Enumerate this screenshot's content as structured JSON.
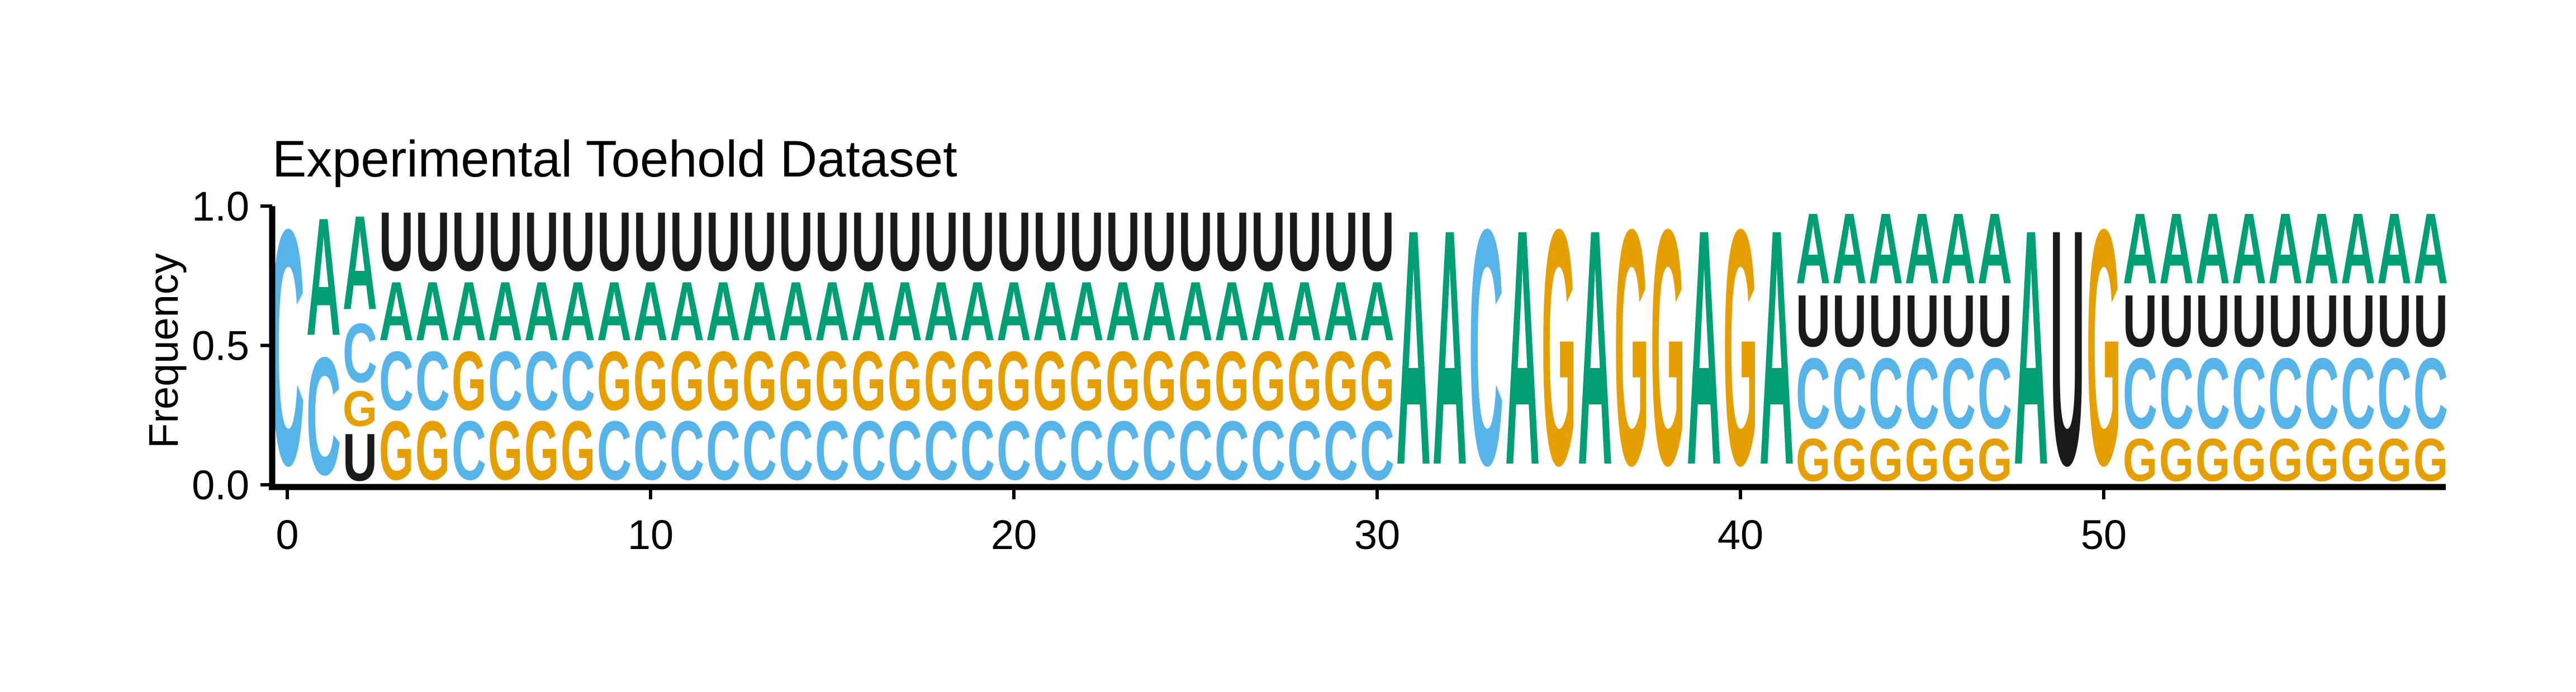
{
  "chart_data": {
    "type": "sequence-logo",
    "title": "Experimental Toehold Dataset",
    "xlabel": "",
    "ylabel": "Frequency",
    "xlim": [
      -0.5,
      59.5
    ],
    "ylim": [
      0.0,
      1.0
    ],
    "xticks": [
      0,
      10,
      20,
      30,
      40,
      50
    ],
    "yticks": [
      0.0,
      0.5,
      1.0
    ],
    "xtick_labels": [
      "0",
      "10",
      "20",
      "30",
      "40",
      "50"
    ],
    "ytick_labels": [
      "0.0",
      "0.5",
      "1.0"
    ],
    "grid": false,
    "colors": {
      "A": "#009E73",
      "C": "#56B4E9",
      "G": "#E69F00",
      "U": "#1a1a1a"
    },
    "positions": [
      {
        "x": 0,
        "stack": [
          [
            "C",
            1.0
          ]
        ]
      },
      {
        "x": 1,
        "stack": [
          [
            "C",
            0.5
          ],
          [
            "A",
            0.5
          ]
        ]
      },
      {
        "x": 2,
        "stack": [
          [
            "U",
            0.2
          ],
          [
            "G",
            0.15
          ],
          [
            "C",
            0.25
          ],
          [
            "A",
            0.4
          ]
        ]
      },
      {
        "x": 3,
        "stack": [
          [
            "G",
            0.25
          ],
          [
            "C",
            0.25
          ],
          [
            "A",
            0.25
          ],
          [
            "U",
            0.25
          ]
        ]
      },
      {
        "x": 4,
        "stack": [
          [
            "G",
            0.25
          ],
          [
            "C",
            0.25
          ],
          [
            "A",
            0.25
          ],
          [
            "U",
            0.25
          ]
        ]
      },
      {
        "x": 5,
        "stack": [
          [
            "C",
            0.25
          ],
          [
            "G",
            0.25
          ],
          [
            "A",
            0.25
          ],
          [
            "U",
            0.25
          ]
        ]
      },
      {
        "x": 6,
        "stack": [
          [
            "G",
            0.25
          ],
          [
            "C",
            0.25
          ],
          [
            "A",
            0.25
          ],
          [
            "U",
            0.25
          ]
        ]
      },
      {
        "x": 7,
        "stack": [
          [
            "G",
            0.25
          ],
          [
            "C",
            0.25
          ],
          [
            "A",
            0.25
          ],
          [
            "U",
            0.25
          ]
        ]
      },
      {
        "x": 8,
        "stack": [
          [
            "G",
            0.25
          ],
          [
            "C",
            0.25
          ],
          [
            "A",
            0.25
          ],
          [
            "U",
            0.25
          ]
        ]
      },
      {
        "x": 9,
        "stack": [
          [
            "C",
            0.25
          ],
          [
            "G",
            0.25
          ],
          [
            "A",
            0.25
          ],
          [
            "U",
            0.25
          ]
        ]
      },
      {
        "x": 10,
        "stack": [
          [
            "C",
            0.25
          ],
          [
            "G",
            0.25
          ],
          [
            "A",
            0.25
          ],
          [
            "U",
            0.25
          ]
        ]
      },
      {
        "x": 11,
        "stack": [
          [
            "C",
            0.25
          ],
          [
            "G",
            0.25
          ],
          [
            "A",
            0.25
          ],
          [
            "U",
            0.25
          ]
        ]
      },
      {
        "x": 12,
        "stack": [
          [
            "C",
            0.25
          ],
          [
            "G",
            0.25
          ],
          [
            "A",
            0.25
          ],
          [
            "U",
            0.25
          ]
        ]
      },
      {
        "x": 13,
        "stack": [
          [
            "C",
            0.25
          ],
          [
            "G",
            0.25
          ],
          [
            "A",
            0.25
          ],
          [
            "U",
            0.25
          ]
        ]
      },
      {
        "x": 14,
        "stack": [
          [
            "C",
            0.25
          ],
          [
            "G",
            0.25
          ],
          [
            "A",
            0.25
          ],
          [
            "U",
            0.25
          ]
        ]
      },
      {
        "x": 15,
        "stack": [
          [
            "C",
            0.25
          ],
          [
            "G",
            0.25
          ],
          [
            "A",
            0.25
          ],
          [
            "U",
            0.25
          ]
        ]
      },
      {
        "x": 16,
        "stack": [
          [
            "C",
            0.25
          ],
          [
            "G",
            0.25
          ],
          [
            "A",
            0.25
          ],
          [
            "U",
            0.25
          ]
        ]
      },
      {
        "x": 17,
        "stack": [
          [
            "C",
            0.25
          ],
          [
            "G",
            0.25
          ],
          [
            "A",
            0.25
          ],
          [
            "U",
            0.25
          ]
        ]
      },
      {
        "x": 18,
        "stack": [
          [
            "C",
            0.25
          ],
          [
            "G",
            0.25
          ],
          [
            "A",
            0.25
          ],
          [
            "U",
            0.25
          ]
        ]
      },
      {
        "x": 19,
        "stack": [
          [
            "C",
            0.25
          ],
          [
            "G",
            0.25
          ],
          [
            "A",
            0.25
          ],
          [
            "U",
            0.25
          ]
        ]
      },
      {
        "x": 20,
        "stack": [
          [
            "C",
            0.25
          ],
          [
            "G",
            0.25
          ],
          [
            "A",
            0.25
          ],
          [
            "U",
            0.25
          ]
        ]
      },
      {
        "x": 21,
        "stack": [
          [
            "C",
            0.25
          ],
          [
            "G",
            0.25
          ],
          [
            "A",
            0.25
          ],
          [
            "U",
            0.25
          ]
        ]
      },
      {
        "x": 22,
        "stack": [
          [
            "C",
            0.25
          ],
          [
            "G",
            0.25
          ],
          [
            "A",
            0.25
          ],
          [
            "U",
            0.25
          ]
        ]
      },
      {
        "x": 23,
        "stack": [
          [
            "C",
            0.25
          ],
          [
            "G",
            0.25
          ],
          [
            "A",
            0.25
          ],
          [
            "U",
            0.25
          ]
        ]
      },
      {
        "x": 24,
        "stack": [
          [
            "C",
            0.25
          ],
          [
            "G",
            0.25
          ],
          [
            "A",
            0.25
          ],
          [
            "U",
            0.25
          ]
        ]
      },
      {
        "x": 25,
        "stack": [
          [
            "C",
            0.25
          ],
          [
            "G",
            0.25
          ],
          [
            "A",
            0.25
          ],
          [
            "U",
            0.25
          ]
        ]
      },
      {
        "x": 26,
        "stack": [
          [
            "C",
            0.25
          ],
          [
            "G",
            0.25
          ],
          [
            "A",
            0.25
          ],
          [
            "U",
            0.25
          ]
        ]
      },
      {
        "x": 27,
        "stack": [
          [
            "C",
            0.25
          ],
          [
            "G",
            0.25
          ],
          [
            "A",
            0.25
          ],
          [
            "U",
            0.25
          ]
        ]
      },
      {
        "x": 28,
        "stack": [
          [
            "C",
            0.25
          ],
          [
            "G",
            0.25
          ],
          [
            "A",
            0.25
          ],
          [
            "U",
            0.25
          ]
        ]
      },
      {
        "x": 29,
        "stack": [
          [
            "C",
            0.25
          ],
          [
            "G",
            0.25
          ],
          [
            "A",
            0.25
          ],
          [
            "U",
            0.25
          ]
        ]
      },
      {
        "x": 30,
        "stack": [
          [
            "C",
            0.25
          ],
          [
            "G",
            0.25
          ],
          [
            "A",
            0.25
          ],
          [
            "U",
            0.25
          ]
        ]
      },
      {
        "x": 31,
        "stack": [
          [
            "A",
            1.0
          ]
        ]
      },
      {
        "x": 32,
        "stack": [
          [
            "A",
            1.0
          ]
        ]
      },
      {
        "x": 33,
        "stack": [
          [
            "C",
            1.0
          ]
        ]
      },
      {
        "x": 34,
        "stack": [
          [
            "A",
            1.0
          ]
        ]
      },
      {
        "x": 35,
        "stack": [
          [
            "G",
            1.0
          ]
        ]
      },
      {
        "x": 36,
        "stack": [
          [
            "A",
            1.0
          ]
        ]
      },
      {
        "x": 37,
        "stack": [
          [
            "G",
            1.0
          ]
        ]
      },
      {
        "x": 38,
        "stack": [
          [
            "G",
            1.0
          ]
        ]
      },
      {
        "x": 39,
        "stack": [
          [
            "A",
            1.0
          ]
        ]
      },
      {
        "x": 40,
        "stack": [
          [
            "G",
            1.0
          ]
        ]
      },
      {
        "x": 41,
        "stack": [
          [
            "A",
            1.0
          ]
        ]
      },
      {
        "x": 42,
        "stack": [
          [
            "G",
            0.18
          ],
          [
            "C",
            0.3
          ],
          [
            "U",
            0.22
          ],
          [
            "A",
            0.3
          ]
        ]
      },
      {
        "x": 43,
        "stack": [
          [
            "G",
            0.18
          ],
          [
            "C",
            0.3
          ],
          [
            "U",
            0.22
          ],
          [
            "A",
            0.3
          ]
        ]
      },
      {
        "x": 44,
        "stack": [
          [
            "G",
            0.18
          ],
          [
            "C",
            0.3
          ],
          [
            "U",
            0.22
          ],
          [
            "A",
            0.3
          ]
        ]
      },
      {
        "x": 45,
        "stack": [
          [
            "G",
            0.18
          ],
          [
            "C",
            0.3
          ],
          [
            "U",
            0.22
          ],
          [
            "A",
            0.3
          ]
        ]
      },
      {
        "x": 46,
        "stack": [
          [
            "G",
            0.18
          ],
          [
            "C",
            0.3
          ],
          [
            "U",
            0.22
          ],
          [
            "A",
            0.3
          ]
        ]
      },
      {
        "x": 47,
        "stack": [
          [
            "G",
            0.18
          ],
          [
            "C",
            0.3
          ],
          [
            "U",
            0.22
          ],
          [
            "A",
            0.3
          ]
        ]
      },
      {
        "x": 48,
        "stack": [
          [
            "A",
            1.0
          ]
        ]
      },
      {
        "x": 49,
        "stack": [
          [
            "U",
            1.0
          ]
        ]
      },
      {
        "x": 50,
        "stack": [
          [
            "G",
            1.0
          ]
        ]
      },
      {
        "x": 51,
        "stack": [
          [
            "G",
            0.18
          ],
          [
            "C",
            0.3
          ],
          [
            "U",
            0.22
          ],
          [
            "A",
            0.3
          ]
        ]
      },
      {
        "x": 52,
        "stack": [
          [
            "G",
            0.18
          ],
          [
            "C",
            0.3
          ],
          [
            "U",
            0.22
          ],
          [
            "A",
            0.3
          ]
        ]
      },
      {
        "x": 53,
        "stack": [
          [
            "G",
            0.18
          ],
          [
            "C",
            0.3
          ],
          [
            "U",
            0.22
          ],
          [
            "A",
            0.3
          ]
        ]
      },
      {
        "x": 54,
        "stack": [
          [
            "G",
            0.18
          ],
          [
            "C",
            0.3
          ],
          [
            "U",
            0.22
          ],
          [
            "A",
            0.3
          ]
        ]
      },
      {
        "x": 55,
        "stack": [
          [
            "G",
            0.18
          ],
          [
            "C",
            0.3
          ],
          [
            "U",
            0.22
          ],
          [
            "A",
            0.3
          ]
        ]
      },
      {
        "x": 56,
        "stack": [
          [
            "G",
            0.18
          ],
          [
            "C",
            0.3
          ],
          [
            "U",
            0.22
          ],
          [
            "A",
            0.3
          ]
        ]
      },
      {
        "x": 57,
        "stack": [
          [
            "G",
            0.18
          ],
          [
            "C",
            0.3
          ],
          [
            "U",
            0.22
          ],
          [
            "A",
            0.3
          ]
        ]
      },
      {
        "x": 58,
        "stack": [
          [
            "G",
            0.18
          ],
          [
            "C",
            0.3
          ],
          [
            "U",
            0.22
          ],
          [
            "A",
            0.3
          ]
        ]
      },
      {
        "x": 59,
        "stack": [
          [
            "G",
            0.18
          ],
          [
            "C",
            0.3
          ],
          [
            "U",
            0.22
          ],
          [
            "A",
            0.3
          ]
        ]
      }
    ]
  }
}
